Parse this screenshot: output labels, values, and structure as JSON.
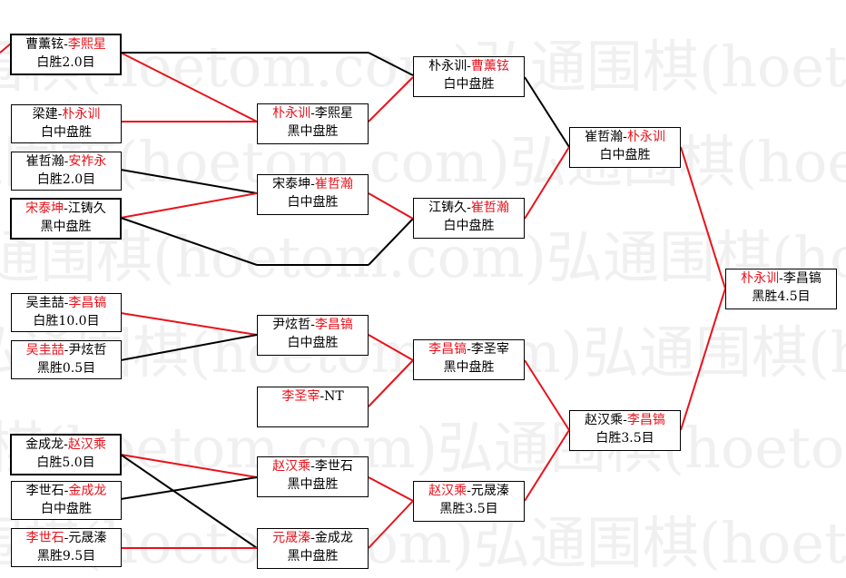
{
  "watermark": {
    "text": "弘通围棋(hoetom.com)弘通围棋(hoetom.com)"
  },
  "colors": {
    "winner": "#e8121b",
    "line": "#000000",
    "red_line": "#e8121b",
    "watermark": "#f2f2f2"
  },
  "round1": [
    {
      "p1": "曹薰铉",
      "sep": "-",
      "p2": "李熙星",
      "winner": 2,
      "result": "白胜2.0目"
    },
    {
      "p1": "梁建",
      "sep": "-",
      "p2": "朴永训",
      "winner": 2,
      "result": "白中盘胜"
    },
    {
      "p1": "崔哲瀚",
      "sep": "-",
      "p2": "安祚永",
      "winner": 2,
      "result": "白胜2.0目"
    },
    {
      "p1": "宋泰坤",
      "sep": "-",
      "p2": "江铸久",
      "winner": 1,
      "result": "黑中盘胜"
    },
    {
      "p1": "吴圭喆",
      "sep": "-",
      "p2": "李昌镐",
      "winner": 2,
      "result": "白胜10.0目"
    },
    {
      "p1": "吴圭喆",
      "sep": "-",
      "p2": "尹炫哲",
      "winner": 1,
      "result": "黑胜0.5目"
    },
    {
      "p1": "金成龙",
      "sep": "-",
      "p2": "赵汉乘",
      "winner": 2,
      "result": "白胜5.0目"
    },
    {
      "p1": "李世石",
      "sep": "-",
      "p2": "金成龙",
      "winner": 2,
      "result": "白中盘胜"
    },
    {
      "p1": "李世石",
      "sep": "-",
      "p2": "元晟溱",
      "winner": 1,
      "result": "黑胜9.5目"
    }
  ],
  "round2": [
    {
      "p1": "朴永训",
      "sep": "-",
      "p2": "李熙星",
      "winner": 1,
      "result": "黑中盘胜"
    },
    {
      "p1": "宋泰坤",
      "sep": "-",
      "p2": "崔哲瀚",
      "winner": 2,
      "result": "白中盘胜"
    },
    {
      "p1": "尹炫哲",
      "sep": "-",
      "p2": "李昌镐",
      "winner": 2,
      "result": "白中盘胜"
    },
    {
      "p1": "李圣宰",
      "sep": "-",
      "p2": "NT",
      "winner": 1,
      "result": ""
    },
    {
      "p1": "赵汉乘",
      "sep": "-",
      "p2": "李世石",
      "winner": 1,
      "result": "黑中盘胜"
    },
    {
      "p1": "元晟溱",
      "sep": "-",
      "p2": "金成龙",
      "winner": 1,
      "result": "黑中盘胜"
    }
  ],
  "round3": [
    {
      "p1": "朴永训",
      "sep": "-",
      "p2": "曹薰铉",
      "winner": 2,
      "result": "白中盘胜"
    },
    {
      "p1": "江铸久",
      "sep": "-",
      "p2": "崔哲瀚",
      "winner": 2,
      "result": "白中盘胜"
    },
    {
      "p1": "李昌镐",
      "sep": "-",
      "p2": "李圣宰",
      "winner": 1,
      "result": "黑中盘胜"
    },
    {
      "p1": "赵汉乘",
      "sep": "-",
      "p2": "元晟溱",
      "winner": 1,
      "result": "黑胜3.5目"
    }
  ],
  "semifinal": [
    {
      "p1": "崔哲瀚",
      "sep": "-",
      "p2": "朴永训",
      "winner": 2,
      "result": "白中盘胜"
    },
    {
      "p1": "赵汉乘",
      "sep": "-",
      "p2": "李昌镐",
      "winner": 2,
      "result": "白胜3.5目"
    }
  ],
  "final": {
    "p1": "朴永训",
    "sep": "-",
    "p2": "李昌镐",
    "winner": 1,
    "result": "黑胜4.5目"
  }
}
